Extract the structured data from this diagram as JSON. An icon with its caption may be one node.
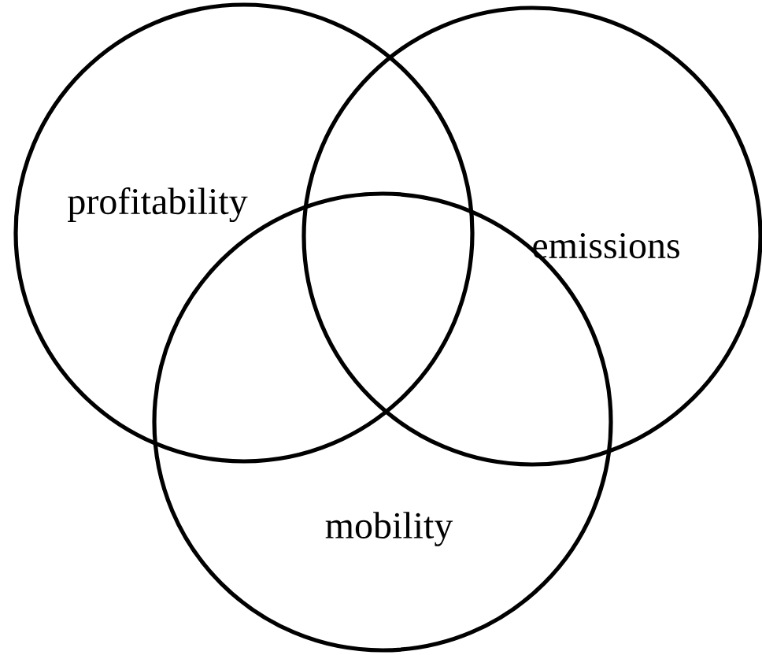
{
  "diagram": {
    "nodes": [
      {
        "text": [
          "profitability"
        ]
      },
      {
        "text": [
          "emissions"
        ]
      },
      {
        "text": [
          "mobility"
        ]
      }
    ]
  }
}
